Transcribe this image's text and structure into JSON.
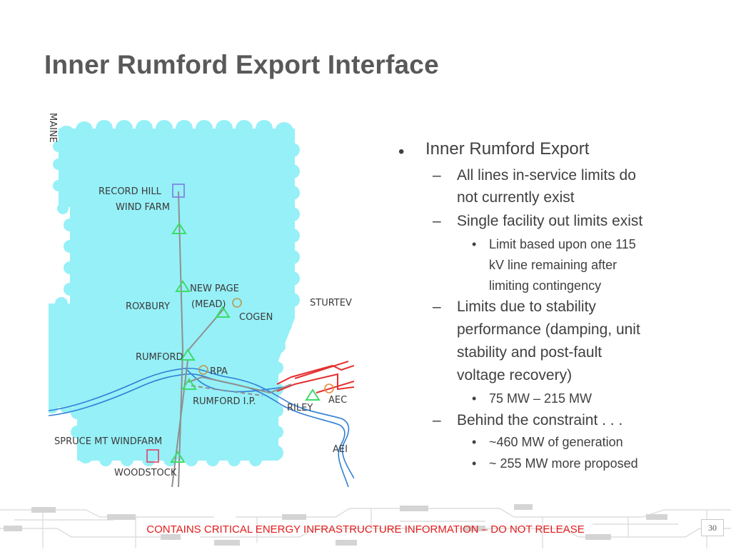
{
  "slide": {
    "title": "Inner Rumford Export Interface",
    "page_number": "30",
    "footer": "CONTAINS CRITICAL ENERGY INFRASTRUCTURE INFORMATION – DO NOT RELEASE"
  },
  "map": {
    "labels": {
      "maine": "MAINE",
      "record_hill": "RECORD HILL",
      "wind_farm": "WIND FARM",
      "new_page": "NEW PAGE",
      "mead": "(MEAD)",
      "roxbury": "ROXBURY",
      "cogen": "COGEN",
      "sturtev": "STURTEV",
      "rumford": "RUMFORD",
      "rpa": "RPA",
      "rumford_ip": "RUMFORD I.P.",
      "riley": "RILEY",
      "aec": "AEC",
      "ael": "AEI",
      "spruce": "SPRUCE MT WINDFARM",
      "woodstock": "WOODSTOCK"
    },
    "colors": {
      "zone": "#96f0f7",
      "river": "#2f7fd6",
      "line": "#8f8f8f",
      "line_red": "#e53030",
      "substation": "#3ddc68",
      "generator": "#e68a3a"
    }
  },
  "bullets": {
    "b1": "Inner Rumford Export",
    "b1_1": "All lines in-service limits do",
    "b1_1b": "not currently exist",
    "b1_2": "Single facility out limits exist",
    "b1_2_1": "Limit based upon one 115",
    "b1_2_1b": "kV line remaining after",
    "b1_2_1c": "limiting contingency",
    "b1_3": "Limits due to stability",
    "b1_3b": "performance (damping, unit",
    "b1_3c": "stability and post-fault",
    "b1_3d": "voltage recovery)",
    "b1_3_1": "75 MW – 215 MW",
    "b1_4": "Behind the constraint . . .",
    "b1_4_1": "~460 MW of generation",
    "b1_4_2": "~ 255 MW more proposed"
  }
}
